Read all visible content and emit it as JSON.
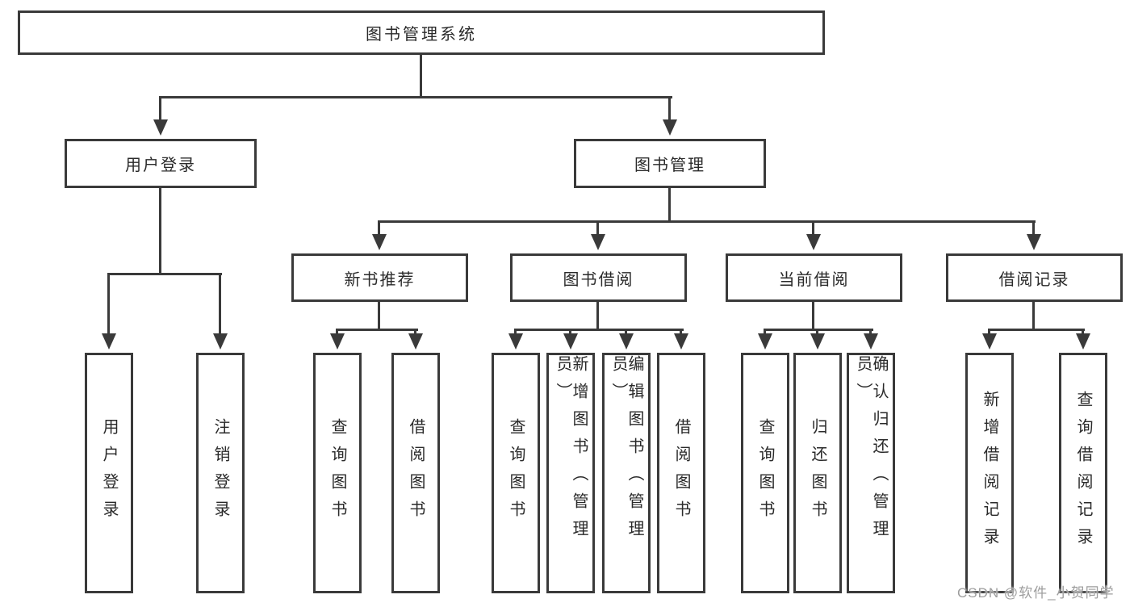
{
  "tree": {
    "root": "图书管理系统",
    "branches": [
      {
        "label": "用户登录",
        "leaves": [
          "用户登录",
          "注销登录"
        ]
      },
      {
        "label": "图书管理",
        "groups": [
          {
            "label": "新书推荐",
            "leaves": [
              "查询图书",
              "借阅图书"
            ]
          },
          {
            "label": "图书借阅",
            "leaves": [
              "查询图书",
              "新增图书（管理员）",
              "编辑图书（管理员）",
              "借阅图书"
            ]
          },
          {
            "label": "当前借阅",
            "leaves": [
              "查询图书",
              "归还图书",
              "确认归还（管理员）"
            ]
          },
          {
            "label": "借阅记录",
            "leaves": [
              "新增借阅记录",
              "查询借阅记录"
            ]
          }
        ]
      }
    ]
  },
  "watermark": {
    "text": "CSDN @软件_小贺同学"
  },
  "colors": {
    "line": "#3a3a3a",
    "text": "#2a2a2a",
    "watermark": "#9d9d9d",
    "background": "#ffffff"
  }
}
